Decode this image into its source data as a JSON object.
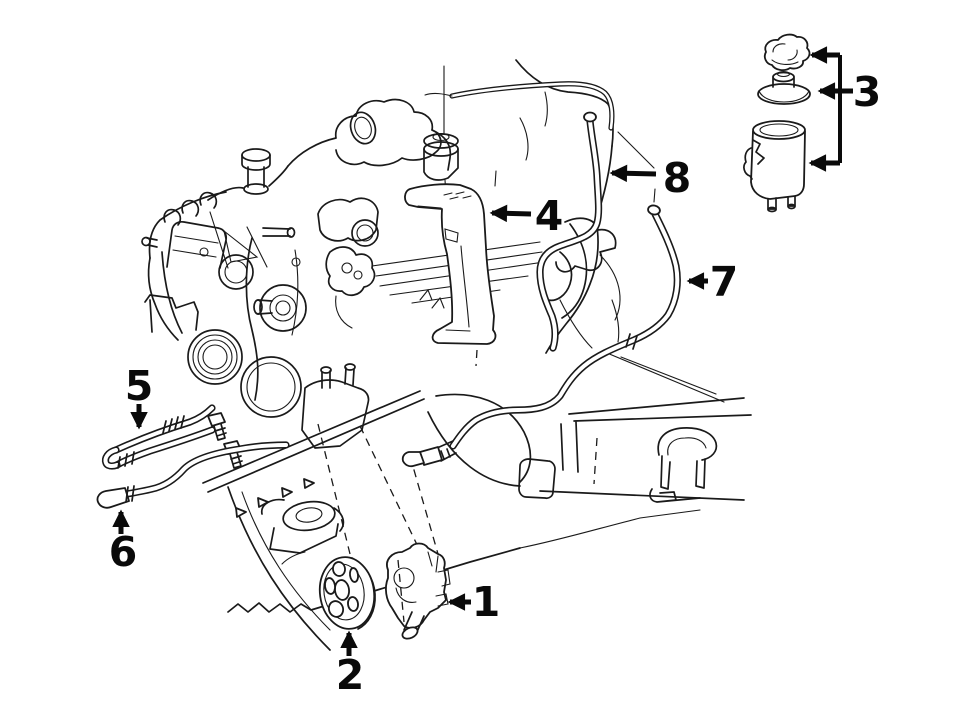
{
  "diagram": {
    "type": "exploded-parts-line-drawing",
    "background_color": "#ffffff",
    "line_color": "#1a1a1a",
    "callout_color": "#0a0a0a",
    "callouts": [
      {
        "number": "1",
        "target": "power-steering-pump"
      },
      {
        "number": "2",
        "target": "pump-pulley"
      },
      {
        "number": "3",
        "target": "reservoir-assembly"
      },
      {
        "number": "4",
        "target": "reservoir-bracket"
      },
      {
        "number": "5",
        "target": "cooler-hose-assembly"
      },
      {
        "number": "6",
        "target": "return-hose-end"
      },
      {
        "number": "7",
        "target": "return-line"
      },
      {
        "number": "8",
        "target": "supply-hose"
      }
    ]
  }
}
